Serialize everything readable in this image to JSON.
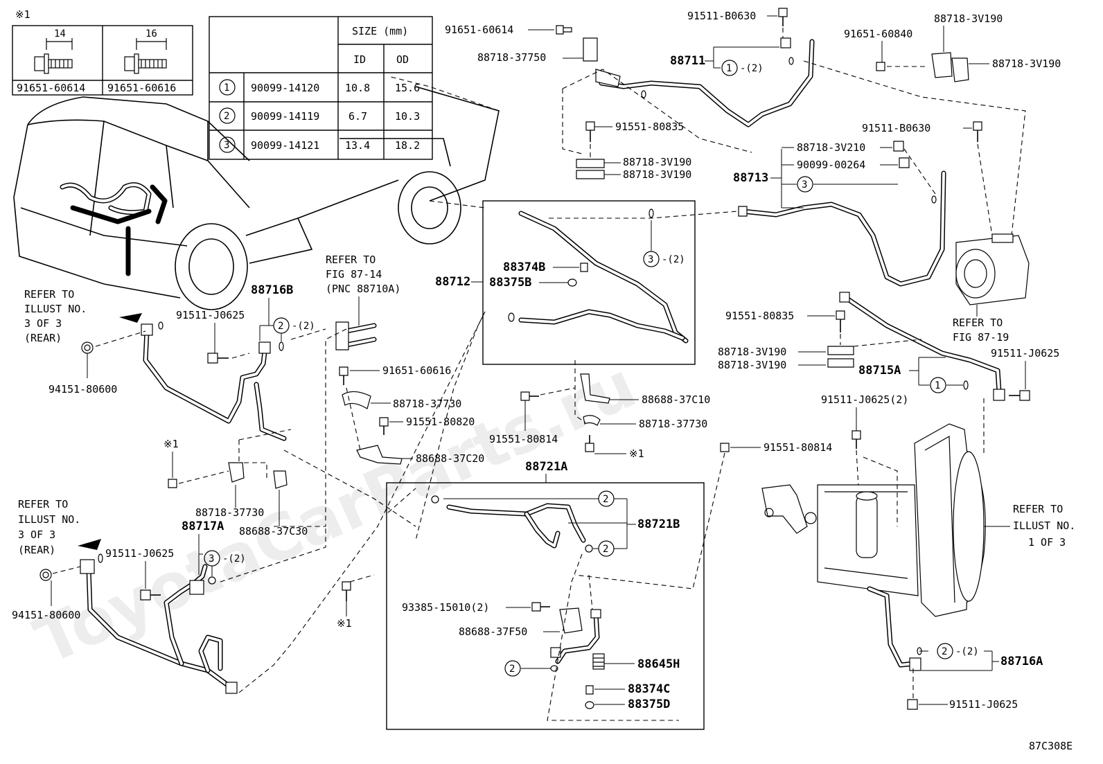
{
  "watermark": "ToyotaCarParts.ru",
  "figure_code": "87C308E",
  "note_mark": "※1",
  "bolt_table": {
    "mark": "※1",
    "dims": [
      "14",
      "16"
    ],
    "parts": [
      "91651-60614",
      "91651-60616"
    ]
  },
  "size_table": {
    "header": "SIZE (mm)",
    "col_id": "ID",
    "col_od": "OD",
    "rows": [
      {
        "num": "1",
        "part": "90099-14120",
        "id": "10.8",
        "od": "15.6"
      },
      {
        "num": "2",
        "part": "90099-14119",
        "id": "6.7",
        "od": "10.3"
      },
      {
        "num": "3",
        "part": "90099-14121",
        "id": "13.4",
        "od": "18.2"
      }
    ]
  },
  "refer": {
    "rear_a": [
      "REFER TO",
      "ILLUST NO.",
      "3 OF 3",
      "(REAR)"
    ],
    "rear_b": [
      "REFER TO",
      "ILLUST NO.",
      "3 OF 3",
      "(REAR)"
    ],
    "fig_87_14": [
      "REFER TO",
      "FIG 87-14",
      "(PNC 88710A)"
    ],
    "fig_87_19": [
      "REFER TO",
      "FIG 87-19"
    ],
    "illust_1": [
      "REFER TO",
      "ILLUST NO.",
      "1 OF 3"
    ]
  },
  "qty2": "-(2)",
  "circles": [
    "1",
    "2",
    "3"
  ],
  "labels": {
    "p91651_60614": "91651-60614",
    "p88718_37750": "88718-37750",
    "p91511_B0630_a": "91511-B0630",
    "p88711": "88711",
    "p91651_60840": "91651-60840",
    "p88718_3V190_a": "88718-3V190",
    "p88718_3V190_b": "88718-3V190",
    "p91551_80835_a": "91551-80835",
    "p88718_3V190_c": "88718-3V190",
    "p88718_3V190_d": "88718-3V190",
    "p91511_B0630_b": "91511-B0630",
    "p88718_3V210": "88718-3V210",
    "p90099_00264": "90099-00264",
    "p88713": "88713",
    "p88712": "88712",
    "p88374B": "88374B",
    "p88375B": "88375B",
    "p88716B": "88716B",
    "p91511_J0625_a": "91511-J0625",
    "p94151_80600_a": "94151-80600",
    "p91651_60616": "91651-60616",
    "p88718_37730_a": "88718-37730",
    "p91551_80820": "91551-80820",
    "p88688_37C20": "88688-37C20",
    "p91551_80814_a": "91551-80814",
    "p88688_37C10": "88688-37C10",
    "p88718_37730_b": "88718-37730",
    "p91551_80835_b": "91551-80835",
    "p88718_3V190_e": "88718-3V190",
    "p88718_3V190_f": "88718-3V190",
    "p88715A": "88715A",
    "p91511_J0625_b": "91511-J0625",
    "p91511_J0625_2": "91511-J0625(2)",
    "p91551_80814_b": "91551-80814",
    "p88721A": "88721A",
    "p88721B": "88721B",
    "p88718_37730_c": "88718-37730",
    "p88688_37C30": "88688-37C30",
    "p88717A": "88717A",
    "p91511_J0625_c": "91511-J0625",
    "p94151_80600_b": "94151-80600",
    "p93385_15010": "93385-15010(2)",
    "p88688_37F50": "88688-37F50",
    "p88645H": "88645H",
    "p88374C": "88374C",
    "p88375D": "88375D",
    "p88716A": "88716A",
    "p91511_J0625_d": "91511-J0625"
  }
}
